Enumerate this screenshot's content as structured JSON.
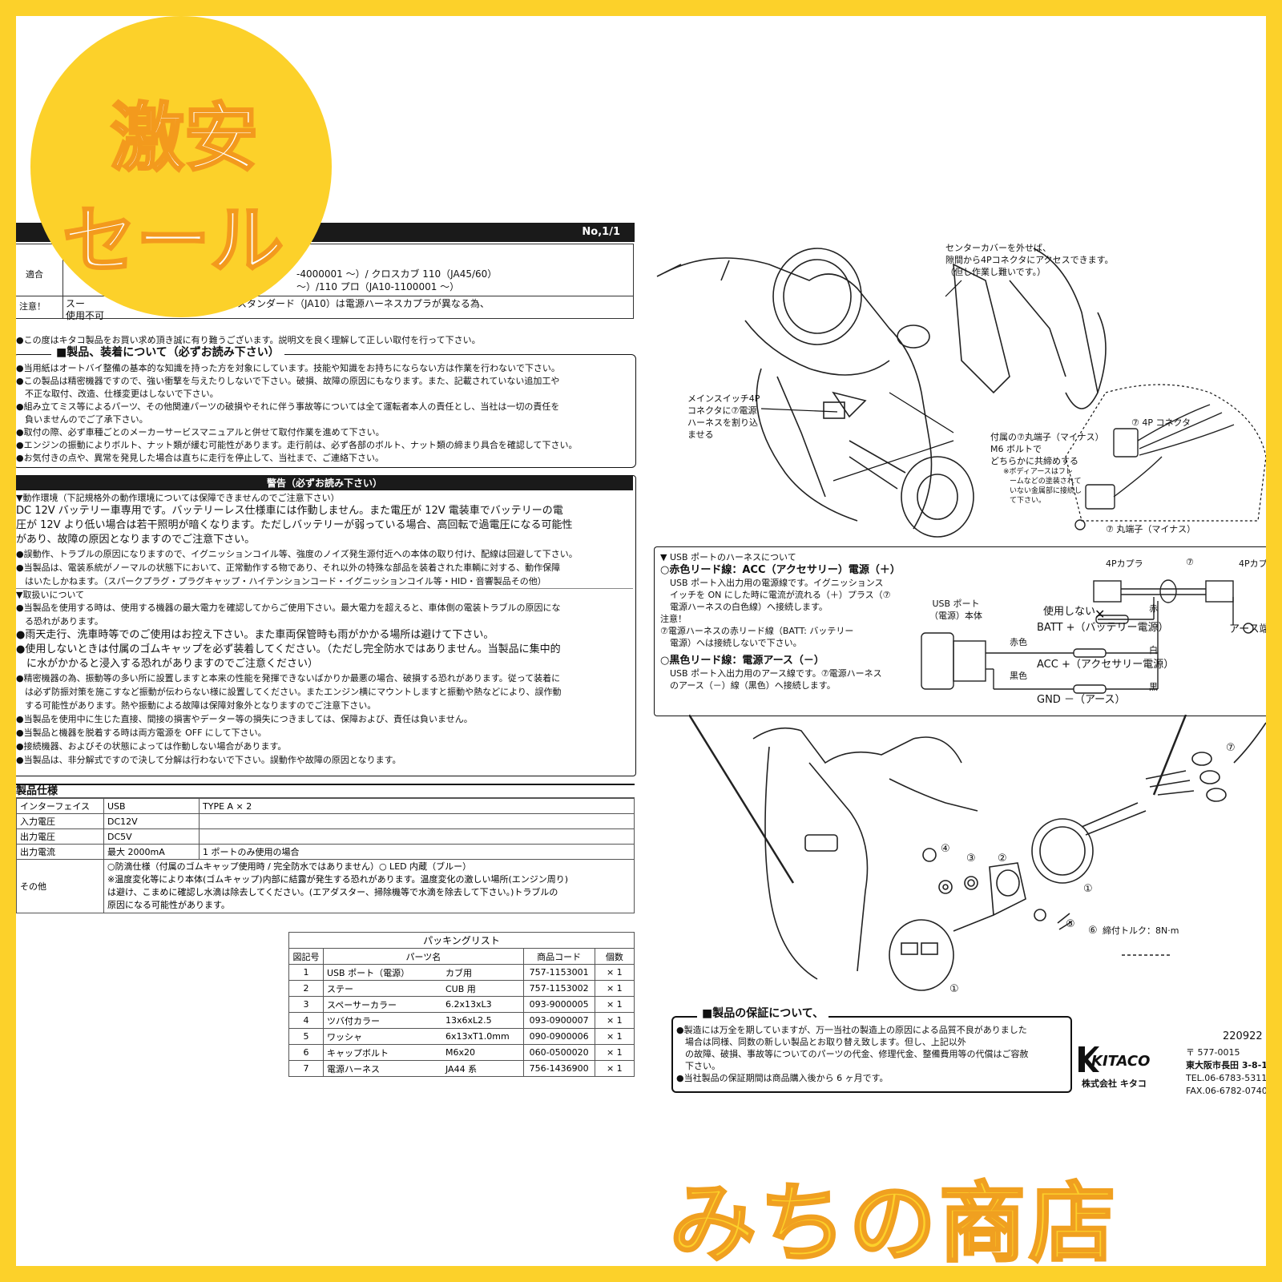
{
  "badge": {
    "line1": "激安",
    "line2": "セール"
  },
  "shop_name": "みちの商店",
  "header": {
    "title_tail": "源",
    "page_no": "No,1/1"
  },
  "fitment": {
    "label": "適合",
    "line1": "-4000001 ～）/ クロスカブ 110（JA45/60）",
    "line2": "～）/110 プロ（JA10-1100001 ～）",
    "caution_label": "注意！",
    "caution1": "スー　　　　　　　　　　A04）/ 110 スタンダード（JA10）は電源ハーネスカプラが異なる為、",
    "caution2": "使用不可"
  },
  "thanks": "●この度はキタコ製品をお買い求め頂き誠に有り難うございます。説明文を良く理解して正しい取付を行って下さい。",
  "section1": {
    "title": "■製品、装着について（必ずお読み下さい）",
    "lines": [
      "●当用紙はオートバイ整備の基本的な知識を持った方を対象にしています。技能や知識をお持ちにならない方は作業を行わないで下さい。",
      "●この製品は精密機器ですので、強い衝撃を与えたりしないで下さい。破損、故障の原因にもなります。また、記載されていない追加工や",
      "　不正な取付、改造、仕様変更はしないで下さい。",
      "●組み立てミス等によるパーツ、その他関連パーツの破損やそれに伴う事故等については全て運転者本人の責任とし、当社は一切の責任を",
      "　負いませんのでご了承下さい。",
      "●取付の際、必ず車種ごとのメーカーサービスマニュアルと併せて取付作業を進めて下さい。",
      "●エンジンの振動によりボルト、ナット類が緩む可能性があります。走行前は、必ず各部のボルト、ナット類の締まり具合を確認して下さい。",
      "●お気付きの点や、異常を発見した場合は直ちに走行を停止して、当社まで、ご連絡下さい。"
    ]
  },
  "warning": {
    "title": "警告（必ずお読み下さい）",
    "env_title": "▼動作環境（下記規格外の動作環境については保障できませんのでご注意下さい）",
    "big1": "DC 12V バッテリー車専用です。バッテリーレス仕様車には作動しません。また電圧が 12V 電装車でバッテリーの電",
    "big2": "圧が 12V より低い場合は若干照明が暗くなります。ただしバッテリーが弱っている場合、高回転で過電圧になる可能性",
    "big3": "があり、故障の原因となりますのでご注意下さい。",
    "l1": "●誤動作、トラブルの原因になりますので、イグニッションコイル等、強度のノイズ発生源付近への本体の取り付け、配線は回避して下さい。",
    "l2": "●当製品は、電装系統がノーマルの状態下において、正常動作する物であり、それ以外の特殊な部品を装着された車輌に対する、動作保障",
    "l3": "　はいたしかねます。（スパークプラグ・プラグキャップ・ハイテンションコード・イグニッションコイル等・HID・音響製品その他）",
    "handling_title": "▼取扱いについて",
    "h1": "●当製品を使用する時は、使用する機器の最大電力を確認してからご使用下さい。最大電力を超えると、車体側の電装トラブルの原因にな",
    "h2": "　る恐れがあります。",
    "h3": "●雨天走行、洗車時等でのご使用はお控え下さい。また車両保管時も雨がかかる場所は避けて下さい。",
    "h4": "●使用しないときは付属のゴムキャップを必ず装着してください。（ただし完全防水ではありません。当製品に集中的",
    "h5": "　に水がかかると浸入する恐れがありますのでご注意ください）",
    "h6": "●精密機器の為、振動等の多い所に設置しますと本来の性能を発揮できないばかりか最悪の場合、破損する恐れがあります。従って装着に",
    "h7": "　は必ず防振対策を施こすなど振動が伝わらない様に設置してください。またエンジン横にマウントしますと振動や熱などにより、誤作動",
    "h8": "　する可能性があります。熱や振動による故障は保障対象外となりますのでご注意下さい。",
    "h9": "●当製品を使用中に生じた直接、間接の損害やデーター等の損失につきましては、保障および、責任は負いません。",
    "h10": "●当製品と機器を脱着する時は両方電源を OFF にして下さい。",
    "h11": "●接続機器、およびその状態によっては作動しない場合があります。",
    "h12": "●当製品は、非分解式ですので決して分解は行わないで下さい。誤動作や故障の原因となります。"
  },
  "spec": {
    "title": "製品仕様",
    "rows": [
      {
        "k": "インターフェイス",
        "v": "USB",
        "n": "TYPE A × 2"
      },
      {
        "k": "入力電圧",
        "v": "DC12V",
        "n": ""
      },
      {
        "k": "出力電圧",
        "v": "DC5V",
        "n": ""
      },
      {
        "k": "出力電流",
        "v": "最大 2000mA",
        "n": "1 ポートのみ使用の場合"
      }
    ],
    "other_label": "その他",
    "other1": "○防滴仕様（付属のゴムキャップ使用時 / 完全防水ではありません）○ LED 内蔵（ブルー）",
    "other2": "※温度変化等により本体(ゴムキャップ)内部に結露が発生する恐れがあります。温度変化の激しい場所(エンジン周り)",
    "other3": "は避け、こまめに確認し水滴は除去してください。(エアダスター、掃除機等で水滴を除去して下さい。)トラブルの",
    "other4": "原因になる可能性があります。"
  },
  "packing": {
    "title": "パッキングリスト",
    "headers": [
      "図記号",
      "パーツ名",
      "商品コード",
      "個数"
    ],
    "rows": [
      {
        "no": "1",
        "name": "USB ポート（電源）",
        "size": "カブ用",
        "code": "757-1153001",
        "qty": "× 1"
      },
      {
        "no": "2",
        "name": "ステー",
        "size": "CUB 用",
        "code": "757-1153002",
        "qty": "× 1"
      },
      {
        "no": "3",
        "name": "スペーサーカラー",
        "size": "6.2x13xL3",
        "code": "093-9000005",
        "qty": "× 1"
      },
      {
        "no": "4",
        "name": "ツバ付カラー",
        "size": "13x6xL2.5",
        "code": "093-0900007",
        "qty": "× 1"
      },
      {
        "no": "5",
        "name": "ワッシャ",
        "size": "6x13xT1.0mm",
        "code": "090-0900006",
        "qty": "× 1"
      },
      {
        "no": "6",
        "name": "キャップボルト",
        "size": "M6x20",
        "code": "060-0500020",
        "qty": "× 1"
      },
      {
        "no": "7",
        "name": "電源ハーネス",
        "size": "JA44 系",
        "code": "756-1436900",
        "qty": "× 1"
      }
    ]
  },
  "diagram_top": {
    "center_note1": "センターカバーを外せば、",
    "center_note2": "隙間から4Pコネクタにアクセスできます。",
    "center_note3": "（但し作業し難いです。）",
    "main_sw1": "メインスイッチ4P",
    "main_sw2": "コネクタに⑦電源",
    "main_sw3": "ハーネスを割り込",
    "main_sw4": "ませる",
    "ring1": "付属の⑦丸端子（マイナス）",
    "ring2": "M6 ボルトで",
    "ring3": "どちらかに共締めする",
    "ring4": "※ボディアースはフレ",
    "ring5": "ームなどの塗装されて",
    "ring6": "いない金属部に接続し",
    "ring7": "て下さい。",
    "conn": "⑦ 4P コネクタ",
    "ring_term": "⑦ 丸端子（マイナス）"
  },
  "harness": {
    "title": "▼ USB ポートのハーネスについて",
    "red_title": "○赤色リード線：ACC（アクセサリー）電源（＋）",
    "red1": "USB ポート入出力用の電源線です。イグニッションス",
    "red2": "イッチを ON にした時に電流が流れる（＋）プラス（⑦",
    "red3": "電源ハーネスの白色線）へ接続します。",
    "caution": "注意！",
    "c1": "⑦電源ハーネスの赤リード線（BATT: バッテリー",
    "c2": "電源）へは接続しないで下さい。",
    "black_title": "○黒色リード線：電源アース（－）",
    "b1": "USB ポート入出力用のアース線です。⑦電源ハーネス",
    "b2": "のアース（－）線（黒色）へ接続します。",
    "usb_body1": "USB ポート",
    "usb_body2": "（電源）本体",
    "coupler_l": "4Pカプラ",
    "coupler_r": "4Pカプラ",
    "seven": "⑦",
    "unused": "使用しない",
    "red": "赤",
    "batt": "BATT +（バッテリー電源）",
    "red_wire": "赤色",
    "white": "白",
    "acc": "ACC +（アクセサリー電源）",
    "black_wire": "黒色",
    "black": "黒",
    "gnd": "GND －（アース）",
    "earth": "アース端子"
  },
  "exploded": {
    "torque": "締付トルク：8N·m",
    "n1": "①",
    "n2": "②",
    "n3": "③",
    "n4": "④",
    "n5": "⑤",
    "n6": "⑥",
    "n7": "⑦"
  },
  "warranty": {
    "title": "■製品の保証について、",
    "l1": "●製造には万全を期していますが、万一当社の製造上の原因による品質不良がありました",
    "l2": "　場合は同様、同数の新しい製品とお取り替え致します。但し、上記以外",
    "l3": "　の故障、破損、事故等についてのパーツの代金、修理代金、整備費用等の代償はご容赦",
    "l4": "　下さい。",
    "l5": "●当社製品の保証期間は商品購入後から 6 ヶ月です。"
  },
  "company": {
    "code": "220922",
    "brand": "KITACO",
    "kana": "株式会社 キタコ",
    "zip": "〒 577-0015",
    "addr": "東大阪市長田 3-8-13",
    "tel": "TEL.06-6783-5311（代",
    "fax": "FAX.06-6782-0740"
  }
}
